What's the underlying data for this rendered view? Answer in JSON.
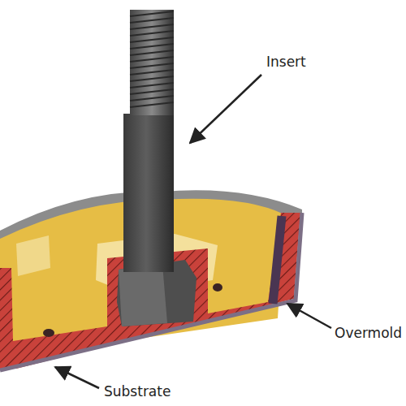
{
  "diagram": {
    "labels": [
      "Insert",
      "Overmold",
      "Substrate"
    ]
  }
}
